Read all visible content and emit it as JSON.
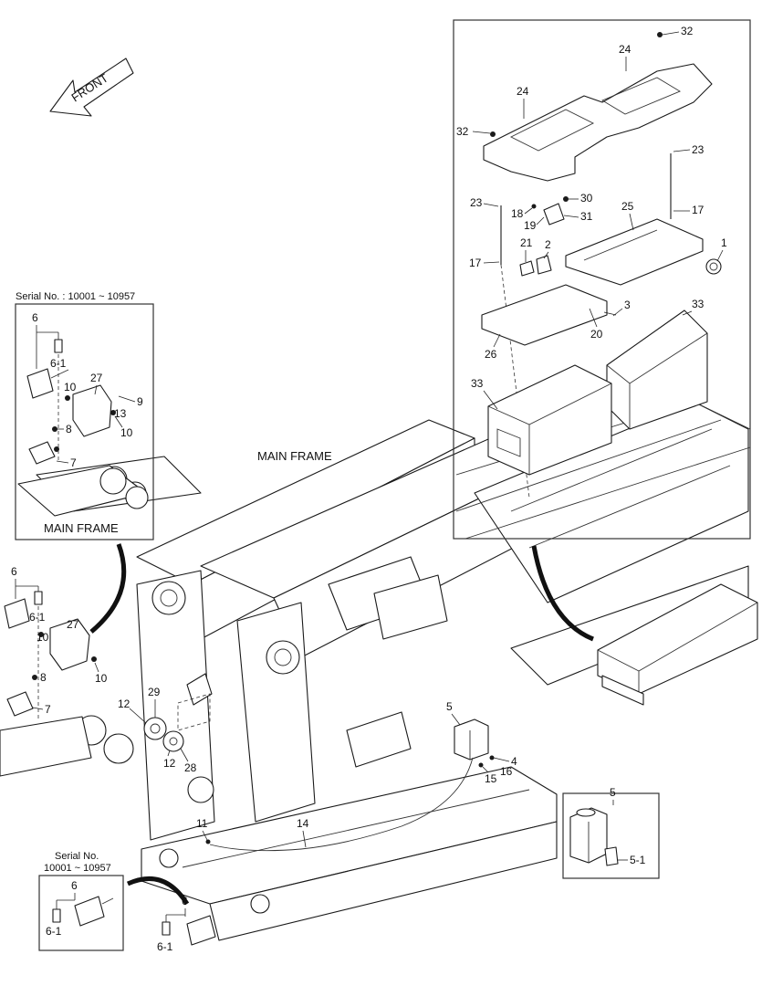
{
  "direction": {
    "label": "FRONT"
  },
  "frame_labels": {
    "main": "MAIN FRAME",
    "inset": "MAIN FRAME"
  },
  "serial_top": {
    "text": "Serial No. : 10001 ~ 10957"
  },
  "serial_bottom": {
    "line1": "Serial No.",
    "line2": "10001 ~ 10957"
  },
  "callouts": {
    "battery": {
      "cover_front": "24",
      "cover_rear": "24",
      "bolt_top_right": "32",
      "bolt_left": "32",
      "rod_right": "23",
      "rod_left": "23",
      "nut_right": "17",
      "nut_left": "17",
      "tray_bracket": "25",
      "switch_top": "30",
      "switch_side": "31",
      "washer": "18",
      "screw": "19",
      "clamp_21": "21",
      "clamp_2": "2",
      "terminal_1": "1",
      "bolt_3": "3",
      "bolt_20": "20",
      "tray": "26",
      "battery_rear": "33",
      "battery_front": "33"
    },
    "lamp_inset": {
      "lamp": "6",
      "bulb": "6-1",
      "bracket": "27",
      "bolt_10a": "10",
      "bolt_10b": "10",
      "nut_8": "8",
      "screw_9": "9",
      "washer_13": "13",
      "stay_7": "7"
    },
    "lamp_main": {
      "lamp": "6",
      "bulb": "6-1",
      "bracket": "27",
      "bolt_10a": "10",
      "bolt_10b": "10",
      "nut_8": "8",
      "stay_7": "7"
    },
    "horn": {
      "horn_12a": "12",
      "horn_12b": "12",
      "bracket_29": "29",
      "bracket_28": "28"
    },
    "washer_tank": {
      "tank": "5",
      "hose_4": "4",
      "clip_16": "16",
      "clip_15": "15",
      "hose_14": "14",
      "clip_11": "11"
    },
    "tank_detail": {
      "tank": "5",
      "cap": "5-1"
    },
    "lamp_rear_inset": {
      "lamp": "6",
      "bulb": "6-1"
    },
    "lamp_rear": {
      "lamp": "6",
      "bulb": "6-1"
    }
  }
}
